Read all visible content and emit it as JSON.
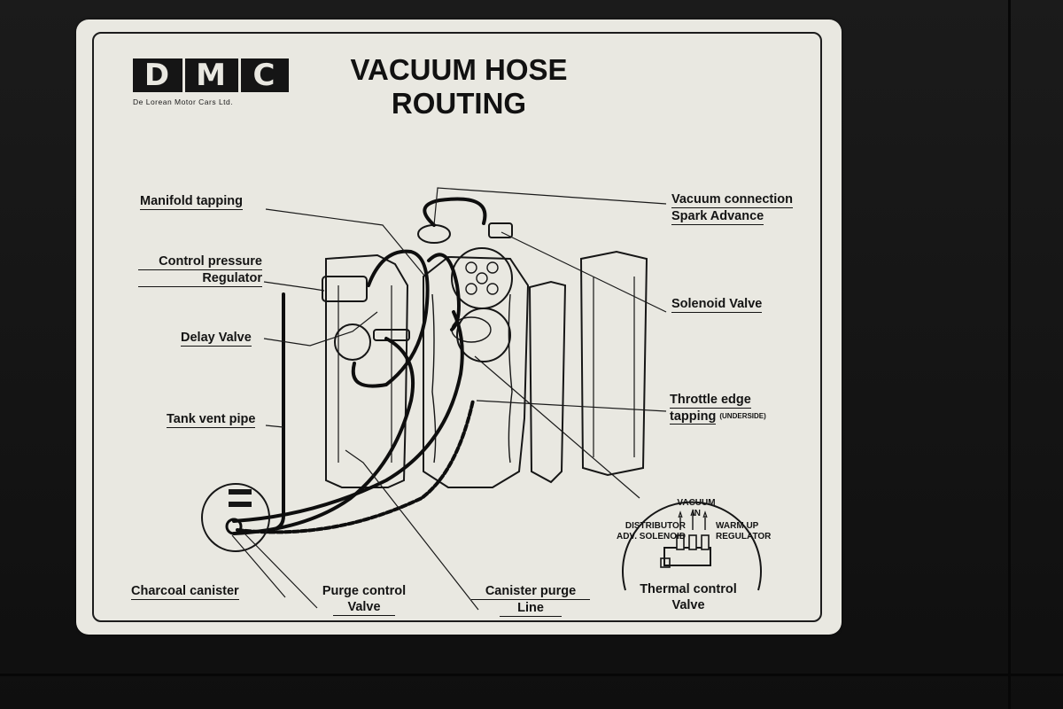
{
  "logo": {
    "mark": "DMC",
    "letters": [
      "D",
      "M",
      "C"
    ],
    "company": "De Lorean Motor Cars Ltd."
  },
  "title": {
    "line1": "VACUUM HOSE",
    "line2": "ROUTING"
  },
  "labels": {
    "manifold_tapping": "Manifold tapping",
    "control_pressure_line1": "Control pressure",
    "control_pressure_line2": "Regulator",
    "delay_valve": "Delay Valve",
    "tank_vent_pipe": "Tank vent pipe",
    "charcoal_canister": "Charcoal canister",
    "purge_control_line1": "Purge control",
    "purge_control_line2": "Valve",
    "canister_purge_line1": "Canister purge",
    "canister_purge_line2": "Line",
    "vacuum_connection_line1": "Vacuum connection",
    "vacuum_connection_line2": "Spark Advance",
    "solenoid_valve": "Solenoid Valve",
    "throttle_edge_line1": "Throttle edge",
    "throttle_edge_line2": "tapping",
    "throttle_edge_note": "(UNDERSIDE)",
    "thermal_control_line1": "Thermal control",
    "thermal_control_line2": "Valve"
  },
  "inset": {
    "vacuum_line1": "VACUUM",
    "vacuum_line2": "IN",
    "distributor_line1": "DISTRIBUTOR",
    "distributor_line2": "ADV. SOLENOID",
    "warmup_line1": "WARM UP",
    "warmup_line2": "REGULATOR"
  },
  "colors": {
    "panel": "#121212",
    "sticker": "#e9e8e1",
    "ink": "#141414"
  }
}
